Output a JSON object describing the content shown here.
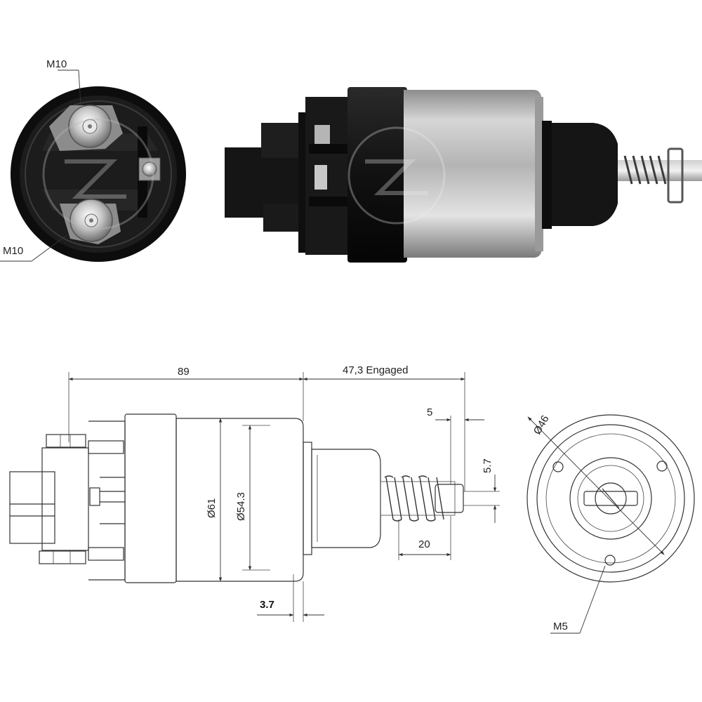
{
  "photo_front": {
    "thread_top": "M10",
    "thread_bottom": "M10"
  },
  "side_drawing": {
    "overall_length": "89",
    "engaged_length": "47,3 Engaged",
    "plunger_offset": "5",
    "plunger_diameter": "5.7",
    "spring_length": "20",
    "body_diameter": "Ø61",
    "can_diameter": "Ø54.3",
    "flange_thickness": "3.7"
  },
  "end_drawing": {
    "bolt_circle": "Ø46",
    "mount_thread": "M5"
  },
  "colors": {
    "body_black": "#141414",
    "can_silver": "#b9b9b9",
    "line": "#333333"
  }
}
